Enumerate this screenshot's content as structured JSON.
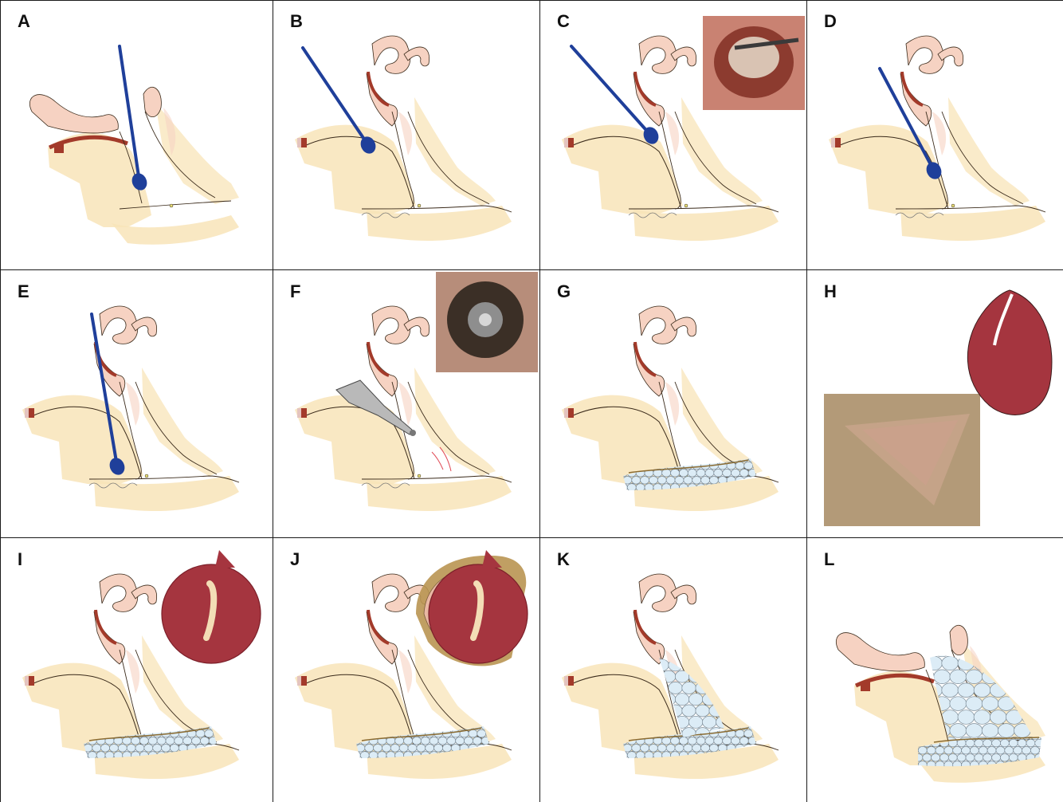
{
  "panels": [
    {
      "letter": "A",
      "variant": "oblique",
      "probe": "curved-tip",
      "photo": "none",
      "graft": "none"
    },
    {
      "letter": "B",
      "variant": "upright",
      "probe": "mid",
      "photo": "none",
      "graft": "none"
    },
    {
      "letter": "C",
      "variant": "upright",
      "probe": "low",
      "photo": "endoscopic-red",
      "graft": "none"
    },
    {
      "letter": "D",
      "variant": "upright",
      "probe": "steep",
      "photo": "none",
      "graft": "none"
    },
    {
      "letter": "E",
      "variant": "upright",
      "probe": "vertical",
      "photo": "none",
      "graft": "none"
    },
    {
      "letter": "F",
      "variant": "upright",
      "probe": "drill",
      "photo": "endoscopic-dark",
      "graft": "none"
    },
    {
      "letter": "G",
      "variant": "upright",
      "probe": "none",
      "photo": "none",
      "graft": "floor"
    },
    {
      "letter": "H",
      "variant": "none",
      "probe": "none",
      "photo": "tissue",
      "graft": "leaf"
    },
    {
      "letter": "I",
      "variant": "upright",
      "probe": "none",
      "photo": "none",
      "graft": "floor-flap"
    },
    {
      "letter": "J",
      "variant": "upright",
      "probe": "none",
      "photo": "none",
      "graft": "floor-flap-ring"
    },
    {
      "letter": "K",
      "variant": "upright",
      "probe": "none",
      "photo": "none",
      "graft": "full"
    },
    {
      "letter": "L",
      "variant": "oblique",
      "probe": "none",
      "photo": "none",
      "graft": "full-oblique"
    }
  ],
  "colors": {
    "bone": "#f8e4b8",
    "cartilage": "#f6d2c2",
    "vessel": "#a33a2a",
    "probe": "#1f3f9a",
    "graft_cells": "#dcecf6",
    "flap": "#a5353f",
    "flap_dark": "#7b1f29",
    "stalk": "#f3ddb6",
    "ring": "#b99552",
    "ring_inner": "#e9b8a3",
    "line": "#3a2a1a"
  }
}
